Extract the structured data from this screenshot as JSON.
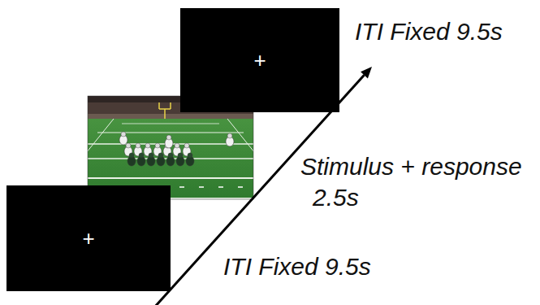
{
  "diagram": {
    "nodes": [
      {
        "text": [
          "+"
        ]
      },
      {
        "text": [
          "+"
        ]
      }
    ],
    "labels": [
      "ITI Fixed 9.5s",
      "Stimulus + response",
      "2.5s",
      "ITI Fixed 9.5s"
    ]
  }
}
